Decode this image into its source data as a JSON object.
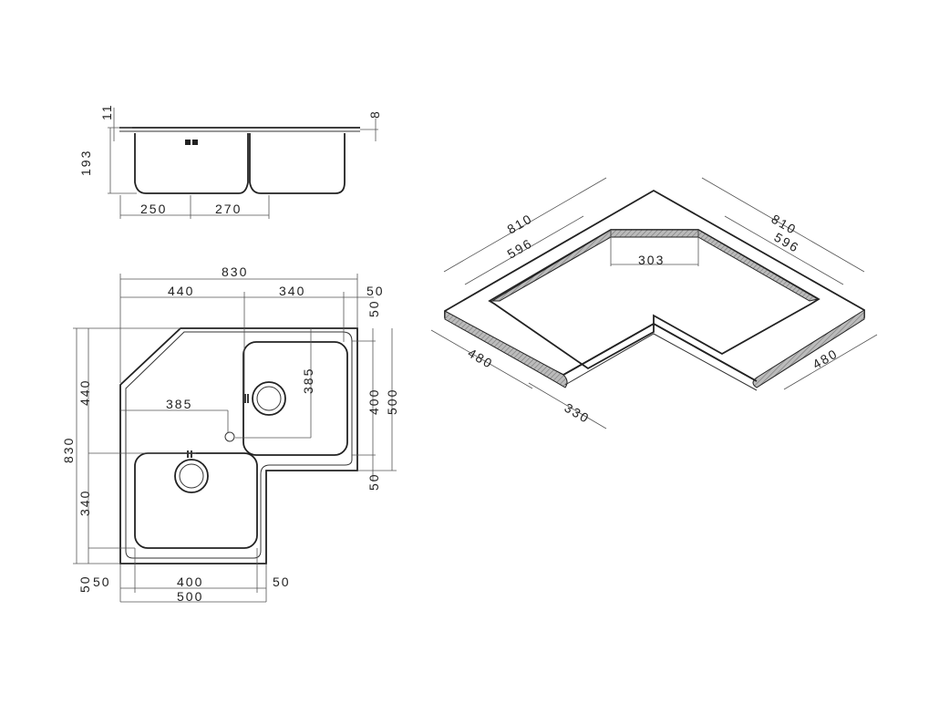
{
  "side_view": {
    "labels": {
      "lip": "11",
      "flange": "8",
      "depth": "193",
      "left_bowl": "250",
      "right_bowl": "270"
    }
  },
  "top_view": {
    "labels": {
      "total_width": "830",
      "left_section": "440",
      "right_bowl_width": "340",
      "right_margin": "50",
      "top_margin": "50",
      "right_bowl_height": "400",
      "right_wing_height": "500",
      "bottom_margin_right": "50",
      "drain_offset_x": "385",
      "drain_offset_y": "385",
      "total_height": "830",
      "upper_height": "440",
      "lower_bowl_height": "340",
      "bottom_margin": "50",
      "left_margin_bottom": "50",
      "lower_bowl_width": "400",
      "right_margin_bottom": "50",
      "lower_wing_width": "500"
    }
  },
  "cutout_view": {
    "labels": {
      "outer_left": "810",
      "inner_left": "596",
      "outer_right": "810",
      "inner_right": "596",
      "back_edge": "303",
      "left_depth": "480",
      "right_depth": "480",
      "front_inner": "330"
    }
  }
}
